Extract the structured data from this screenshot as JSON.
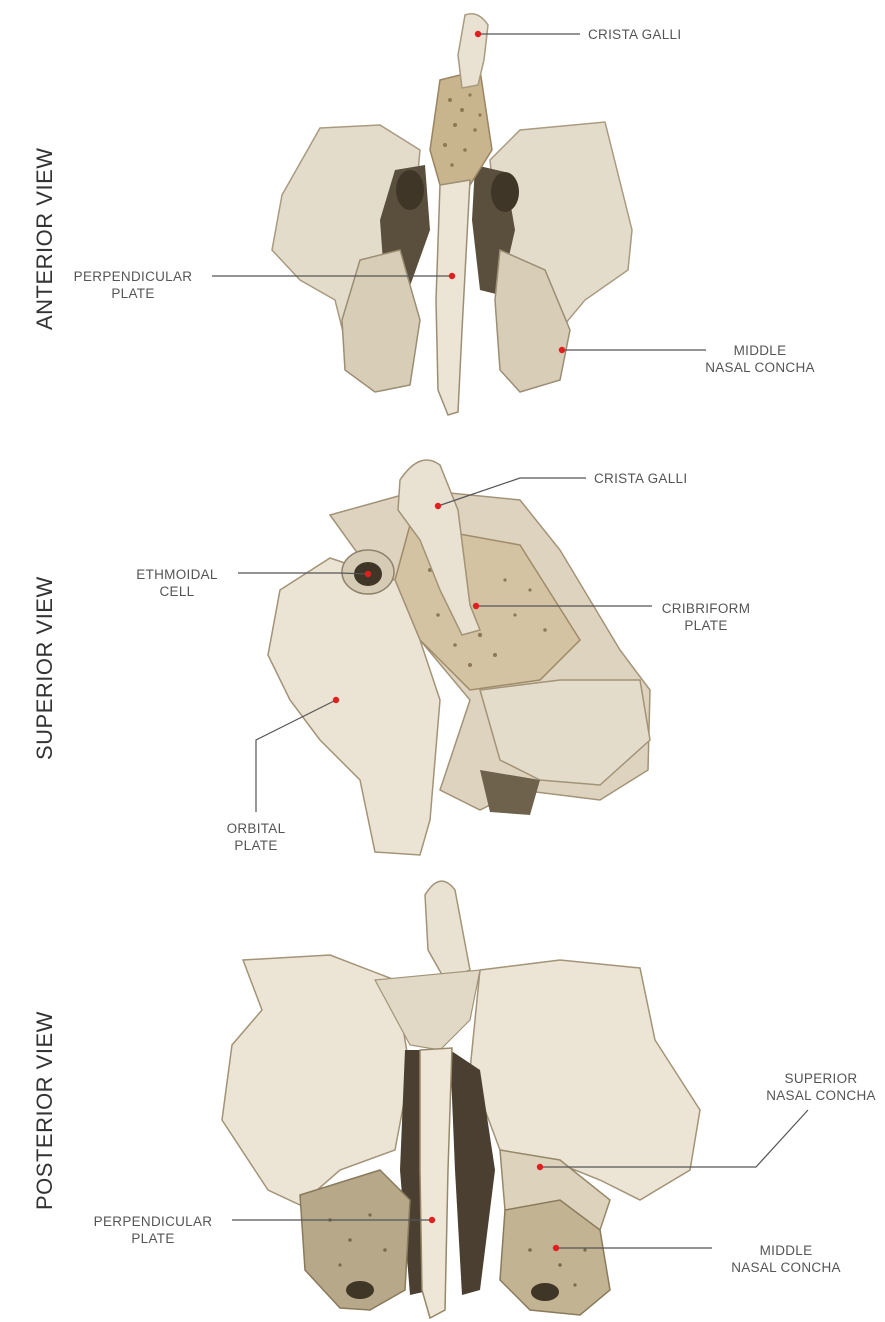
{
  "colors": {
    "bone_light": "#e9e2d3",
    "bone_mid": "#d6cbb5",
    "bone_shadow": "#8f826b",
    "bone_dark": "#3f3627",
    "bone_porous": "#b39f7a",
    "leader_line": "#555555",
    "marker_dot": "#e02020"
  },
  "views": [
    {
      "title": "ANTERIOR VIEW",
      "labels": [
        {
          "lines": [
            "CRISTA GALLI"
          ]
        },
        {
          "lines": [
            "PERPENDICULAR",
            "PLATE"
          ]
        },
        {
          "lines": [
            "MIDDLE",
            "NASAL CONCHA"
          ]
        }
      ]
    },
    {
      "title": "SUPERIOR VIEW",
      "labels": [
        {
          "lines": [
            "CRISTA GALLI"
          ]
        },
        {
          "lines": [
            "ETHMOIDAL",
            "CELL"
          ]
        },
        {
          "lines": [
            "CRIBRIFORM",
            "PLATE"
          ]
        },
        {
          "lines": [
            "ORBITAL",
            "PLATE"
          ]
        }
      ]
    },
    {
      "title": "POSTERIOR VIEW",
      "labels": [
        {
          "lines": [
            "SUPERIOR",
            "NASAL CONCHA"
          ]
        },
        {
          "lines": [
            "PERPENDICULAR",
            "PLATE"
          ]
        },
        {
          "lines": [
            "MIDDLE",
            "NASAL CONCHA"
          ]
        }
      ]
    }
  ]
}
